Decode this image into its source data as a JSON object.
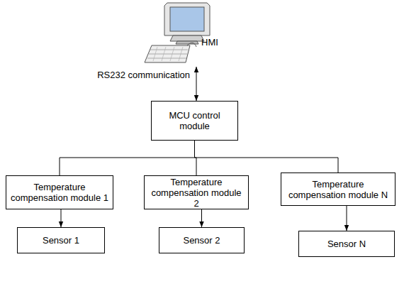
{
  "diagram": {
    "nodes": [
      {
        "text": [
          "HMI"
        ]
      },
      {
        "text": [
          "MCU control module"
        ]
      },
      {
        "text": [
          "Temperature compensation module 1"
        ]
      },
      {
        "text": [
          "Temperature compensation module 2"
        ]
      },
      {
        "text": [
          "Temperature compensation module N"
        ]
      },
      {
        "text": [
          "Sensor 1"
        ]
      },
      {
        "text": [
          "Sensor 2"
        ]
      },
      {
        "text": [
          "Sensor N"
        ]
      }
    ],
    "edges": [
      {
        "from": 0,
        "to": 1,
        "arrow": "both",
        "label": "RS232 communication"
      },
      {
        "from": 1,
        "to": 2,
        "arrow": "none"
      },
      {
        "from": 1,
        "to": 3,
        "arrow": "none"
      },
      {
        "from": 1,
        "to": 4,
        "arrow": "none"
      },
      {
        "from": 2,
        "to": 5,
        "arrow": "to"
      },
      {
        "from": 3,
        "to": 6,
        "arrow": "to"
      },
      {
        "from": 4,
        "to": 7,
        "arrow": "to"
      }
    ]
  }
}
